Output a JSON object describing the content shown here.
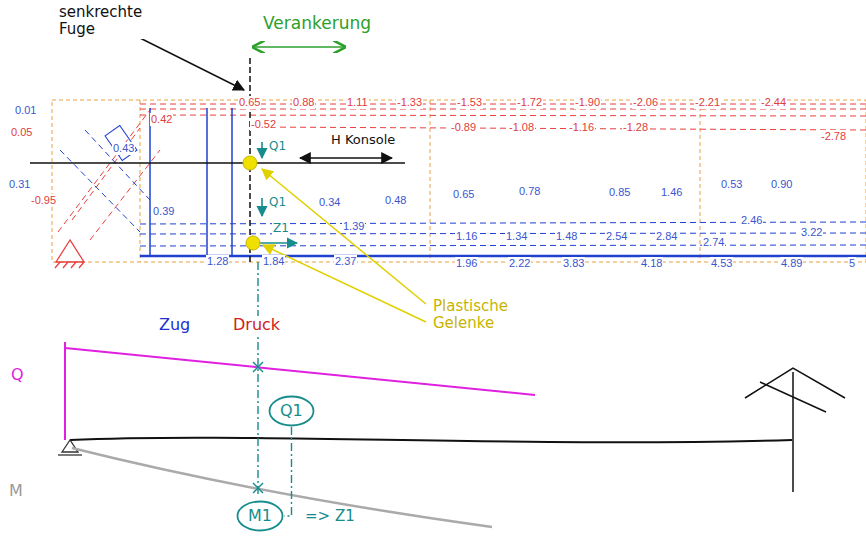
{
  "diagram": {
    "nodes": [
      {
        "text": [
          "Q1"
        ]
      },
      {
        "text": [
          "M1"
        ]
      }
    ],
    "edges": [
      {
        "from": 0,
        "to": 1,
        "arrow": "none"
      }
    ],
    "labels": [
      "senkrechte Fuge",
      "Verankerung",
      "H Konsole",
      "Q1",
      "Q1",
      "Z1",
      "Plastische Gelenke",
      "Zug",
      "Druck",
      "Q",
      "M",
      "=> Z1",
      "0.65",
      "0.88",
      "1.11",
      "-1.33",
      "-1.53",
      "-1.72",
      "-1.90",
      "-2.06",
      "-2.21",
      "-2.44",
      "0.42",
      "-0.52",
      "-0.89",
      "-1.08",
      "-1.16",
      "-1.28",
      "-2.78",
      "0.05",
      "0.01",
      "-0.95",
      "0.31",
      "0.43",
      "0.39",
      "0.34",
      "0.48",
      "0.65",
      "0.78",
      "0.85",
      "1.46",
      "0.53",
      "0.90",
      "1.39",
      "1.16",
      "1.34",
      "1.48",
      "2.54",
      "2.84",
      "2.74",
      "2.46",
      "3.22",
      "1.28",
      "1.84",
      "2.37",
      "1.96",
      "2.22",
      "3.83",
      "4.18",
      "4.53",
      "4.89",
      "5"
    ]
  }
}
